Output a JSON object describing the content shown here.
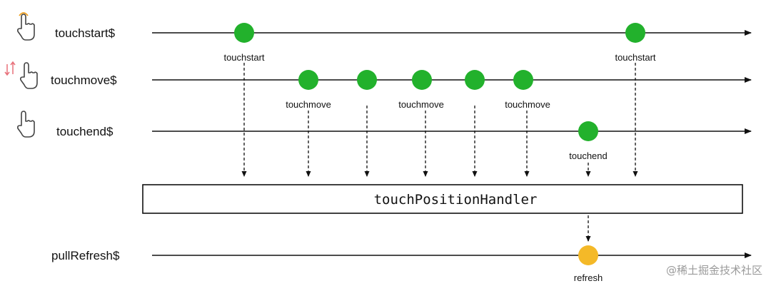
{
  "colors": {
    "event": "#22b12c",
    "output": "#f4b928",
    "line": "#111111",
    "hand": "#444444",
    "touch_accent": "#f0a020",
    "move_accent": "#e8707a"
  },
  "streams": [
    {
      "id": "touchstart",
      "label": "touchstart$",
      "icon": "hand-tap-icon"
    },
    {
      "id": "touchmove",
      "label": "touchmove$",
      "icon": "hand-swipe-icon"
    },
    {
      "id": "touchend",
      "label": "touchend$",
      "icon": "hand-release-icon"
    },
    {
      "id": "pullrefresh",
      "label": "pullRefresh$"
    }
  ],
  "events": {
    "touchstart": [
      {
        "label": "touchstart"
      },
      {
        "label": "touchstart"
      }
    ],
    "touchmove": [
      {
        "label": "touchmove"
      },
      {
        "label": ""
      },
      {
        "label": "touchmove"
      },
      {
        "label": ""
      },
      {
        "label": "touchmove"
      }
    ],
    "touchend": [
      {
        "label": "touchend"
      }
    ],
    "pullrefresh": [
      {
        "label": "refresh"
      }
    ]
  },
  "operator": {
    "label": "touchPositionHandler"
  },
  "watermark": "@稀土掘金技术社区"
}
